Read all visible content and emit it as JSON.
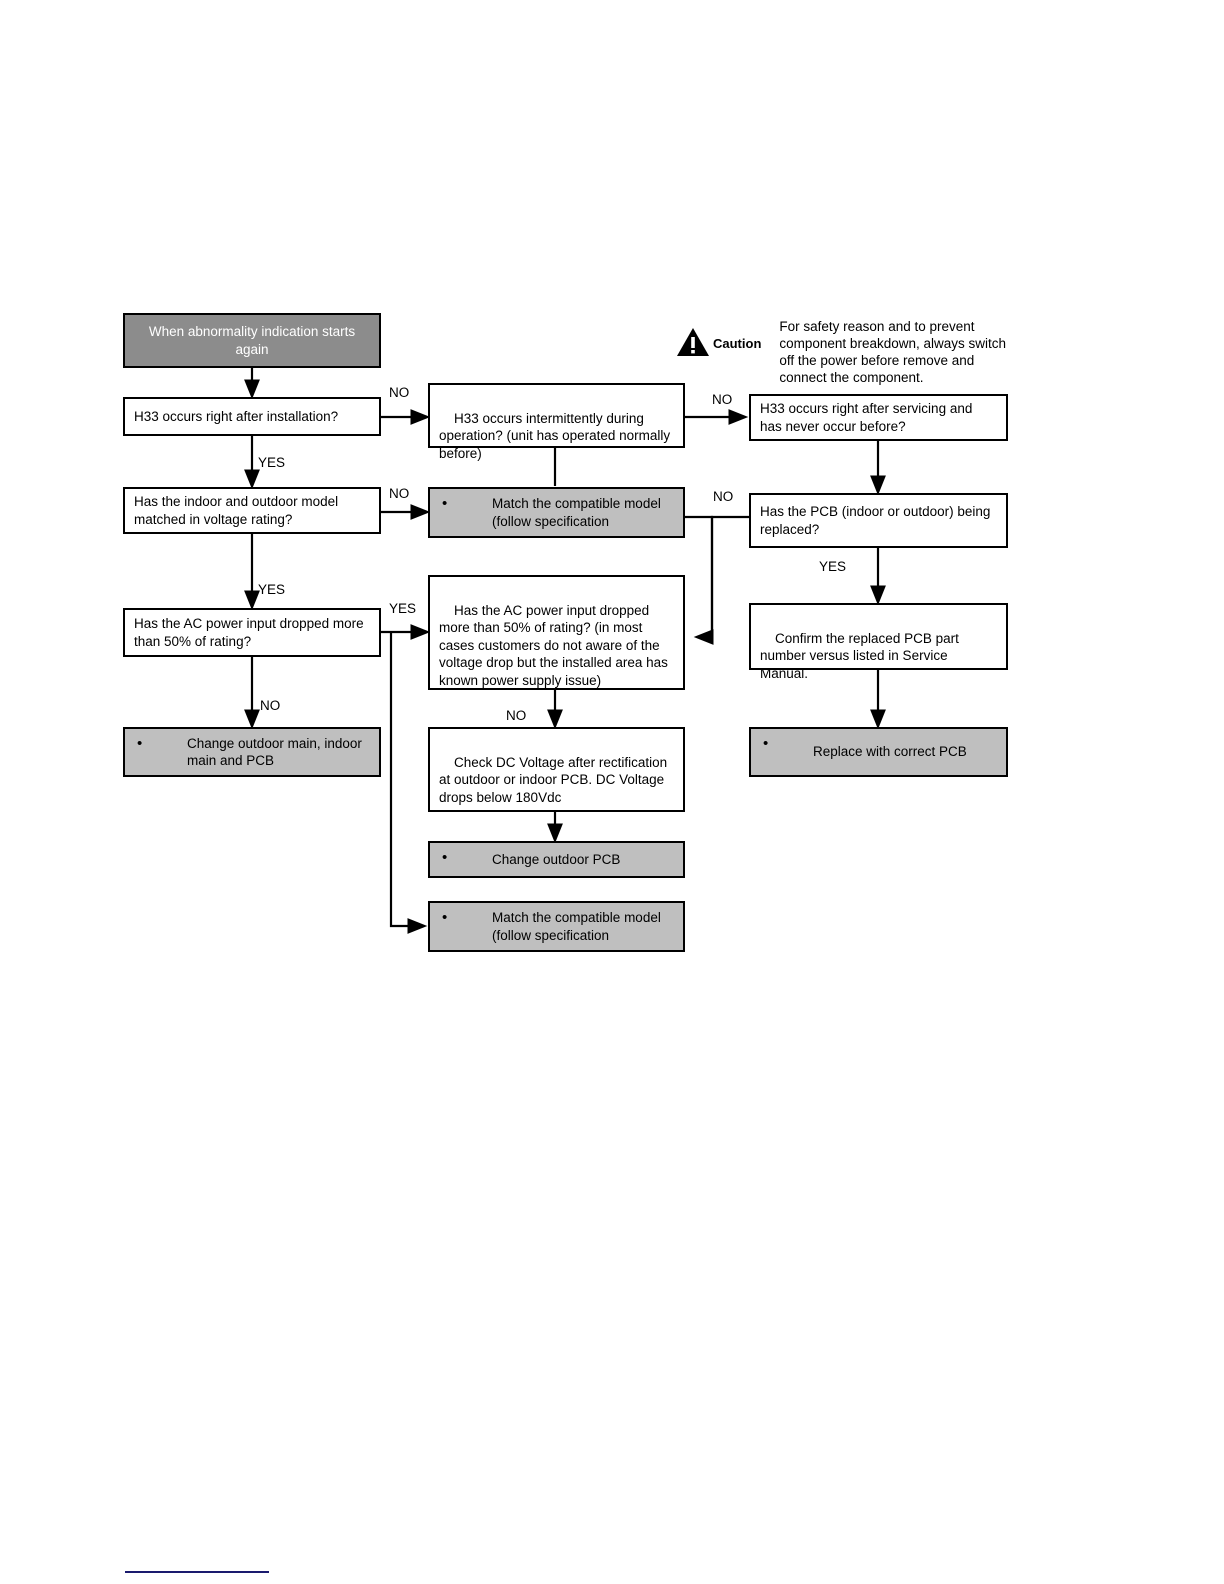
{
  "diagram": {
    "title": "H33 abnormality troubleshooting flowchart",
    "caution": {
      "icon_name": "warning-triangle-icon",
      "label": "Caution",
      "text": "For safety reason and to prevent\ncomponent breakdown, always switch\noff the power before remove and\nconnect the component."
    },
    "colors": {
      "start_fill": "#8c8c8c",
      "action_fill": "#bfbfbf",
      "decision_fill": "#ffffff",
      "border": "#000000",
      "footer_rule": "#1a1a6e"
    },
    "nodes": {
      "start": "When abnormality indication starts again",
      "q_install": "H33 occurs right after installation?",
      "q_intermittent": "H33 occurs intermittently during operation? (unit has operated normally before)",
      "q_servicing": "H33 occurs right after servicing and has never occur before?",
      "q_voltage_match": "Has the indoor and outdoor model matched in voltage rating?",
      "a_match_model_mid": "Match the compatible model (follow specification",
      "q_pcb_replaced": "Has the PCB (indoor or outdoor) being replaced?",
      "q_ac_drop_left": "Has the AC power input dropped more than 50% of rating?",
      "q_ac_drop_mid": "Has the AC power input dropped more than 50% of rating? (in most cases customers do not aware of the voltage drop but the installed area has known power supply issue)",
      "a_confirm_pcb": "Confirm the replaced PCB part number versus listed in Service Manual.",
      "a_change_outdoor_main": "Change outdoor main, indoor main and PCB",
      "a_check_dc": "Check DC Voltage after rectification at outdoor or indoor PCB. DC Voltage drops below 180Vdc",
      "a_replace_pcb": "Replace with correct PCB",
      "a_change_outdoor_pcb": "Change outdoor PCB",
      "a_match_model_bottom": "Match the compatible model (follow specification"
    },
    "edge_labels": {
      "no_install": "NO",
      "yes_install": "YES",
      "no_intermittent": "NO",
      "no_voltage_match": "NO",
      "no_pcb_from_match": "NO",
      "yes_voltage_match": "YES",
      "yes_ac_drop_left": "YES",
      "yes_pcb_replaced": "YES",
      "no_ac_drop_mid": "NO",
      "no_ac_drop_left": "NO"
    }
  }
}
